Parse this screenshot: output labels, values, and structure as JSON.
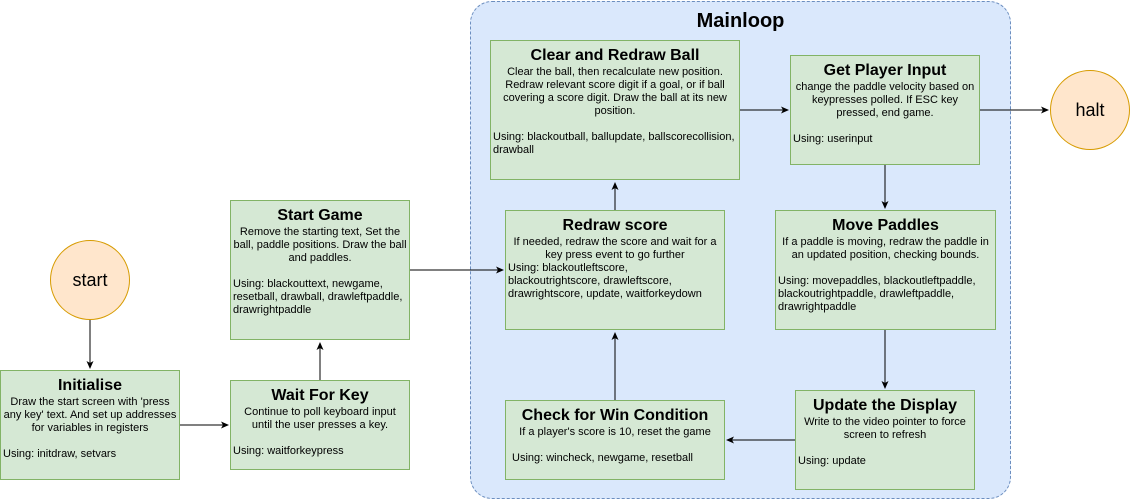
{
  "mainloop": {
    "title": "Mainloop"
  },
  "terminals": {
    "start": "start",
    "halt": "halt"
  },
  "boxes": {
    "initialise": {
      "title": "Initialise",
      "desc": "Draw the start screen with 'press any key' text. And set up addresses for variables in registers",
      "using": "Using: initdraw, setvars"
    },
    "wait_for_key": {
      "title": "Wait For Key",
      "desc": "Continue to poll keyboard input until the user presses a key.",
      "using": "Using: waitforkeypress"
    },
    "start_game": {
      "title": "Start Game",
      "desc": "Remove the starting text, Set the ball, paddle positions. Draw the ball and paddles.",
      "using": "Using: blackouttext, newgame, resetball, drawball, drawleftpaddle, drawrightpaddle"
    },
    "clear_redraw_ball": {
      "title": "Clear and Redraw Ball",
      "desc": "Clear the ball, then recalculate new position. Redraw relevant score digit if a goal, or if ball covering a score digit. Draw the ball at its new position.",
      "using": "Using: blackoutball, ballupdate, ballscorecollision, drawball"
    },
    "redraw_score": {
      "title": "Redraw score",
      "desc": "If needed, redraw the score and wait for a key press event to go further",
      "using": "Using: blackoutleftscore, blackoutrightscore, drawleftscore, drawrightscore, update, waitforkeydown"
    },
    "check_win": {
      "title": "Check for Win Condition",
      "desc": "If a player's score is 10, reset the game",
      "using": "Using: wincheck, newgame, resetball"
    },
    "get_player_input": {
      "title": "Get Player Input",
      "desc": "change the paddle velocity based on keypresses polled. If ESC key pressed, end game.",
      "using": "Using: userinput"
    },
    "move_paddles": {
      "title": "Move Paddles",
      "desc": "If a paddle is moving, redraw the paddle in an updated position, checking bounds.",
      "using": "Using: movepaddles, blackoutleftpaddle, blackoutrightpaddle, drawleftpaddle, drawrightpaddle"
    },
    "update_display": {
      "title": "Update the Display",
      "desc": "Write to the video pointer to force screen to refresh",
      "using": "Using: update"
    }
  },
  "colors": {
    "process_fill": "#d5e8d4",
    "process_stroke": "#82b366",
    "terminal_fill": "#ffe6cc",
    "terminal_stroke": "#d79b00",
    "group_fill": "#dae8fc",
    "group_stroke": "#6c8ebf"
  }
}
